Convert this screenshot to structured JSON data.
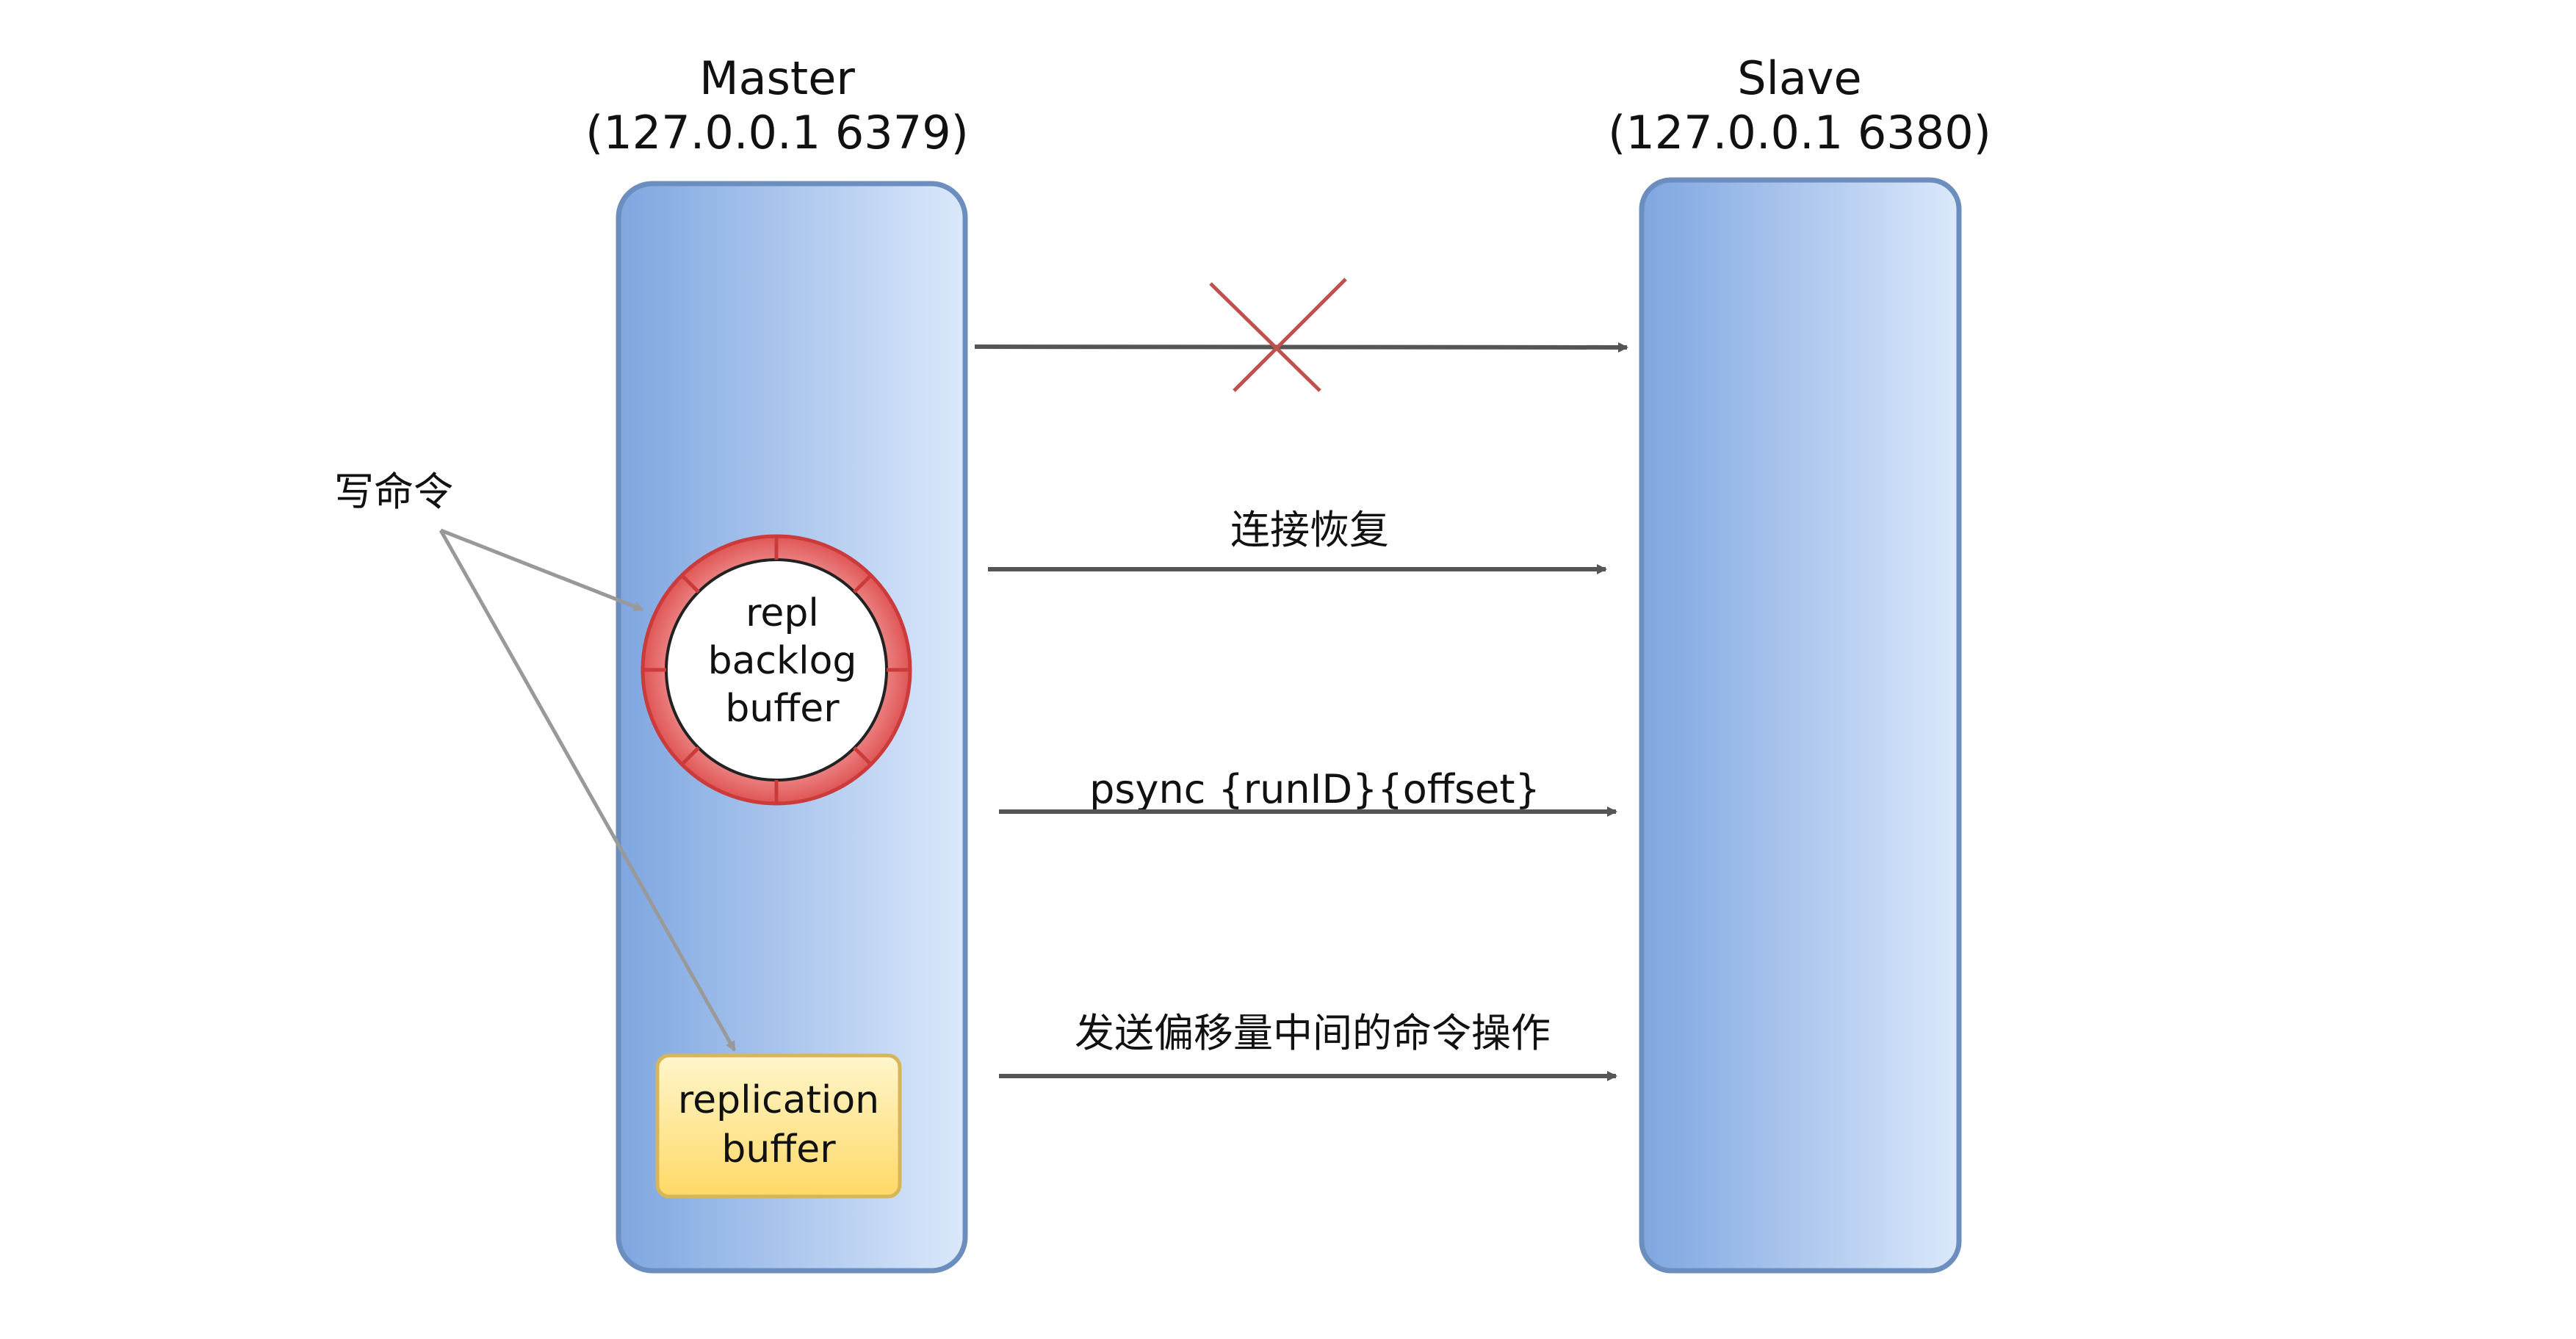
{
  "master": {
    "title": "Master",
    "address": "(127.0.0.1 6379)"
  },
  "slave": {
    "title": "Slave",
    "address": "(127.0.0.1 6380)"
  },
  "write_command_label": "写命令",
  "backlog": {
    "line1": "repl",
    "line2": "backlog",
    "line3": "buffer"
  },
  "replication_buffer": {
    "line1": "replication",
    "line2": "buffer"
  },
  "arrows": {
    "reconnect": "连接恢复",
    "psync": "psync {runID}{offset}",
    "send_commands": "发送偏移量中间的命令操作"
  },
  "colors": {
    "server_blue_dark": "#7ea6e0",
    "server_blue_light": "#dbe8fb",
    "server_border": "#6c8ebf",
    "backlog_ring": "#e36c6c",
    "buffer_yellow": "#ffe680",
    "buffer_border": "#d6b656",
    "arrow_gray": "#555555",
    "cross_red": "#c0504d"
  }
}
